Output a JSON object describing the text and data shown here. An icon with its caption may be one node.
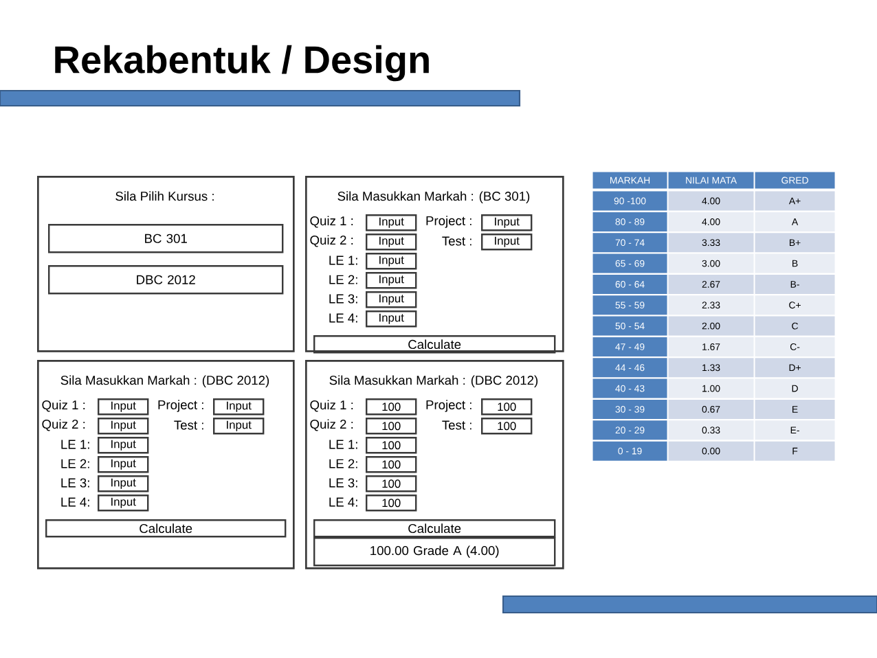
{
  "diagram": {
    "title": "Rekabentuk / Design",
    "nodes": [
      {
        "text": [
          "Sila Pilih Kursus :"
        ]
      },
      {
        "text": [
          "BC 301"
        ],
        "in": 0
      },
      {
        "text": [
          "DBC 2012"
        ],
        "in": 0
      },
      {
        "text": [
          "Sila Masukkan Markah : (BC 301)"
        ]
      },
      {
        "text": [
          "Input"
        ],
        "in": 3,
        "beside": [
          "Quiz 1 :"
        ]
      },
      {
        "text": [
          "Input"
        ],
        "in": 3,
        "beside": [
          "Project :"
        ]
      },
      {
        "text": [
          "Input"
        ],
        "in": 3,
        "beside": [
          "Quiz 2 :"
        ]
      },
      {
        "text": [
          "Input"
        ],
        "in": 3,
        "beside": [
          "Test :"
        ]
      },
      {
        "text": [
          "Input"
        ],
        "in": 3,
        "beside": [
          "LE 1:"
        ]
      },
      {
        "text": [
          "Input"
        ],
        "in": 3,
        "beside": [
          "LE 2:"
        ]
      },
      {
        "text": [
          "Input"
        ],
        "in": 3,
        "beside": [
          "LE 3:"
        ]
      },
      {
        "text": [
          "Input"
        ],
        "in": 3,
        "beside": [
          "LE 4:"
        ]
      },
      {
        "text": [
          "Calculate"
        ],
        "in": 3
      },
      {
        "text": [
          "Sila Masukkan Markah : (DBC 2012)"
        ]
      },
      {
        "text": [
          "Input"
        ],
        "in": 13,
        "beside": [
          "Quiz 1 :"
        ]
      },
      {
        "text": [
          "Input"
        ],
        "in": 13,
        "beside": [
          "Project :"
        ]
      },
      {
        "text": [
          "Input"
        ],
        "in": 13,
        "beside": [
          "Quiz 2 :"
        ]
      },
      {
        "text": [
          "Input"
        ],
        "in": 13,
        "beside": [
          "Test :"
        ]
      },
      {
        "text": [
          "Input"
        ],
        "in": 13,
        "beside": [
          "LE 1:"
        ]
      },
      {
        "text": [
          "Input"
        ],
        "in": 13,
        "beside": [
          "LE 2:"
        ]
      },
      {
        "text": [
          "Input"
        ],
        "in": 13,
        "beside": [
          "LE 3:"
        ]
      },
      {
        "text": [
          "Input"
        ],
        "in": 13,
        "beside": [
          "LE 4:"
        ]
      },
      {
        "text": [
          "Calculate"
        ],
        "in": 13
      },
      {
        "text": [
          "Sila Masukkan Markah : (DBC 2012)"
        ]
      },
      {
        "text": [
          "100"
        ],
        "in": 23,
        "beside": [
          "Quiz 1 :"
        ]
      },
      {
        "text": [
          "100"
        ],
        "in": 23,
        "beside": [
          "Project :"
        ]
      },
      {
        "text": [
          "100"
        ],
        "in": 23,
        "beside": [
          "Quiz 2 :"
        ]
      },
      {
        "text": [
          "100"
        ],
        "in": 23,
        "beside": [
          "Test :"
        ]
      },
      {
        "text": [
          "100"
        ],
        "in": 23,
        "beside": [
          "LE 1:"
        ]
      },
      {
        "text": [
          "100"
        ],
        "in": 23,
        "beside": [
          "LE 2:"
        ]
      },
      {
        "text": [
          "100"
        ],
        "in": 23,
        "beside": [
          "LE 3:"
        ]
      },
      {
        "text": [
          "100"
        ],
        "in": 23,
        "beside": [
          "LE 4:"
        ]
      },
      {
        "text": [
          "Calculate"
        ],
        "in": 23
      },
      {
        "text": [
          "100.00 Grade A (4.00)"
        ],
        "in": 23
      }
    ],
    "labels": [
      "MARKAH",
      "NILAI MATA",
      "GRED",
      "90 -100",
      "4.00",
      "A+",
      "80 - 89",
      "4.00",
      "A",
      "70 - 74",
      "3.33",
      "B+",
      "65 - 69",
      "3.00",
      "B",
      "60 - 64",
      "2.67",
      "B-",
      "55 - 59",
      "2.33",
      "C+",
      "50 - 54",
      "2.00",
      "C",
      "47 - 49",
      "1.67",
      "C-",
      "44 - 46",
      "1.33",
      "D+",
      "40 - 43",
      "1.00",
      "D",
      "30 - 39",
      "0.67",
      "E",
      "20 - 29",
      "0.33",
      "E-",
      "0 - 19",
      "0.00",
      "F"
    ]
  }
}
